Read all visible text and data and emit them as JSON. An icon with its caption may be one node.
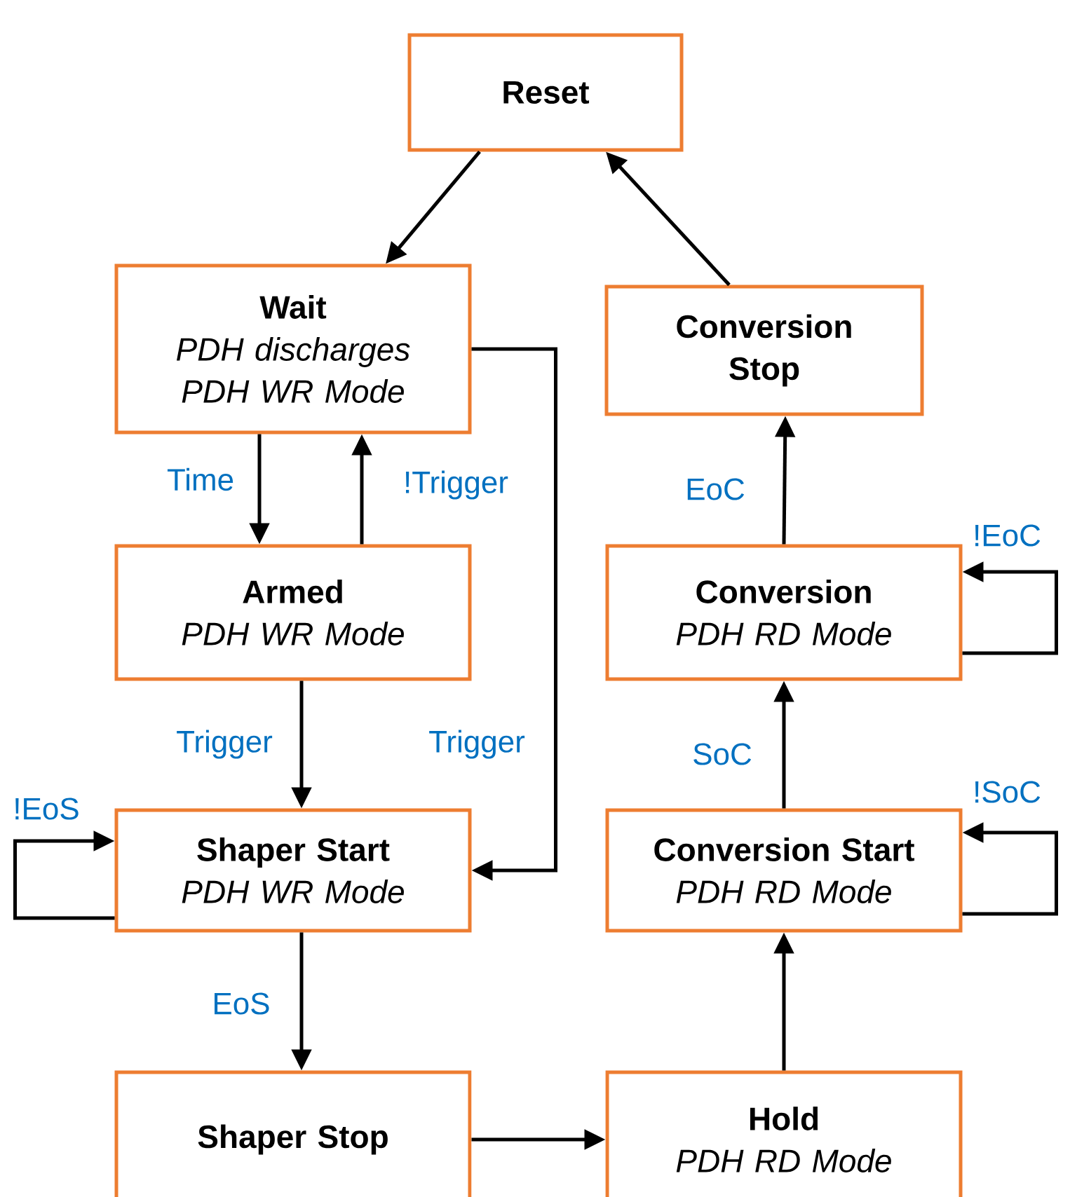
{
  "diagram": {
    "nodes": [
      {
        "text": [
          "Reset"
        ]
      },
      {
        "text": [
          "Wait",
          "PDH discharges",
          "PDH WR Mode"
        ]
      },
      {
        "text": [
          "Conversion Stop"
        ]
      },
      {
        "text": [
          "Armed",
          "PDH WR Mode"
        ]
      },
      {
        "text": [
          "Conversion",
          "PDH RD Mode"
        ]
      },
      {
        "text": [
          "Shaper Start",
          "PDH WR Mode"
        ]
      },
      {
        "text": [
          "Conversion Start",
          "PDH RD Mode"
        ]
      },
      {
        "text": [
          "Shaper Stop"
        ]
      },
      {
        "text": [
          "Hold",
          "PDH RD Mode"
        ]
      }
    ],
    "edges": [
      {
        "from": 0,
        "to": 1,
        "arrow": "to"
      },
      {
        "from": 2,
        "to": 0,
        "arrow": "to"
      },
      {
        "from": 1,
        "to": 3,
        "arrow": "to",
        "label": "Time"
      },
      {
        "from": 3,
        "to": 1,
        "arrow": "to",
        "label": "!Trigger"
      },
      {
        "from": 1,
        "to": 5,
        "arrow": "to",
        "label": "Trigger"
      },
      {
        "from": 3,
        "to": 5,
        "arrow": "to",
        "label": "Trigger"
      },
      {
        "from": 5,
        "to": 5,
        "arrow": "to",
        "label": "!EoS"
      },
      {
        "from": 5,
        "to": 7,
        "arrow": "to",
        "label": "EoS"
      },
      {
        "from": 7,
        "to": 8,
        "arrow": "to"
      },
      {
        "from": 8,
        "to": 6,
        "arrow": "to"
      },
      {
        "from": 6,
        "to": 6,
        "arrow": "to",
        "label": "!SoC"
      },
      {
        "from": 6,
        "to": 4,
        "arrow": "to",
        "label": "SoC"
      },
      {
        "from": 4,
        "to": 4,
        "arrow": "to",
        "label": "!EoC"
      },
      {
        "from": 4,
        "to": 2,
        "arrow": "to",
        "label": "EoC"
      }
    ]
  }
}
